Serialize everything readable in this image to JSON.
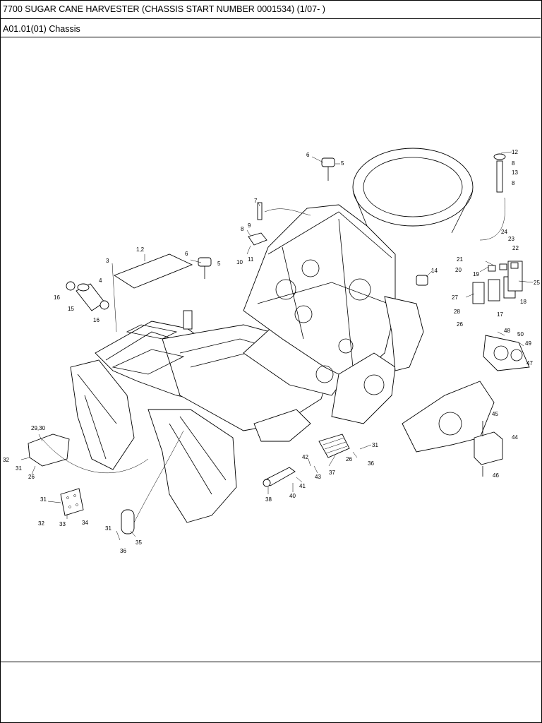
{
  "header": {
    "title": "7700 SUGAR CANE HARVESTER (CHASSIS START NUMBER 0001534) (1/07- )",
    "section": "A01.01(01) Chassis"
  },
  "callouts": {
    "c1_2": "1,2",
    "c3": "3",
    "c4": "4",
    "c5a": "5",
    "c5b": "5",
    "c6a": "6",
    "c6b": "6",
    "c7": "7",
    "c8a": "8",
    "c8b": "8",
    "c8c": "8",
    "c9": "9",
    "c10": "10",
    "c11": "11",
    "c12": "12",
    "c13": "13",
    "c14": "14",
    "c15": "15",
    "c16a": "16",
    "c16b": "16",
    "c17": "17",
    "c18": "18",
    "c19": "19",
    "c20": "20",
    "c21": "21",
    "c22": "22",
    "c23": "23",
    "c24": "24",
    "c25": "25",
    "c26a": "26",
    "c26b": "26",
    "c26c": "26",
    "c27": "27",
    "c28": "28",
    "c29_30": "29,30",
    "c31a": "31",
    "c31b": "31",
    "c31c": "31",
    "c31d": "31",
    "c32a": "32",
    "c32b": "32",
    "c33": "33",
    "c34": "34",
    "c35": "35",
    "c36a": "36",
    "c36b": "36",
    "c37": "37",
    "c38": "38",
    "c40": "40",
    "c41": "41",
    "c42": "42",
    "c43": "43",
    "c44": "44",
    "c45": "45",
    "c46": "46",
    "c47": "47",
    "c48": "48",
    "c49": "49",
    "c50": "50"
  }
}
